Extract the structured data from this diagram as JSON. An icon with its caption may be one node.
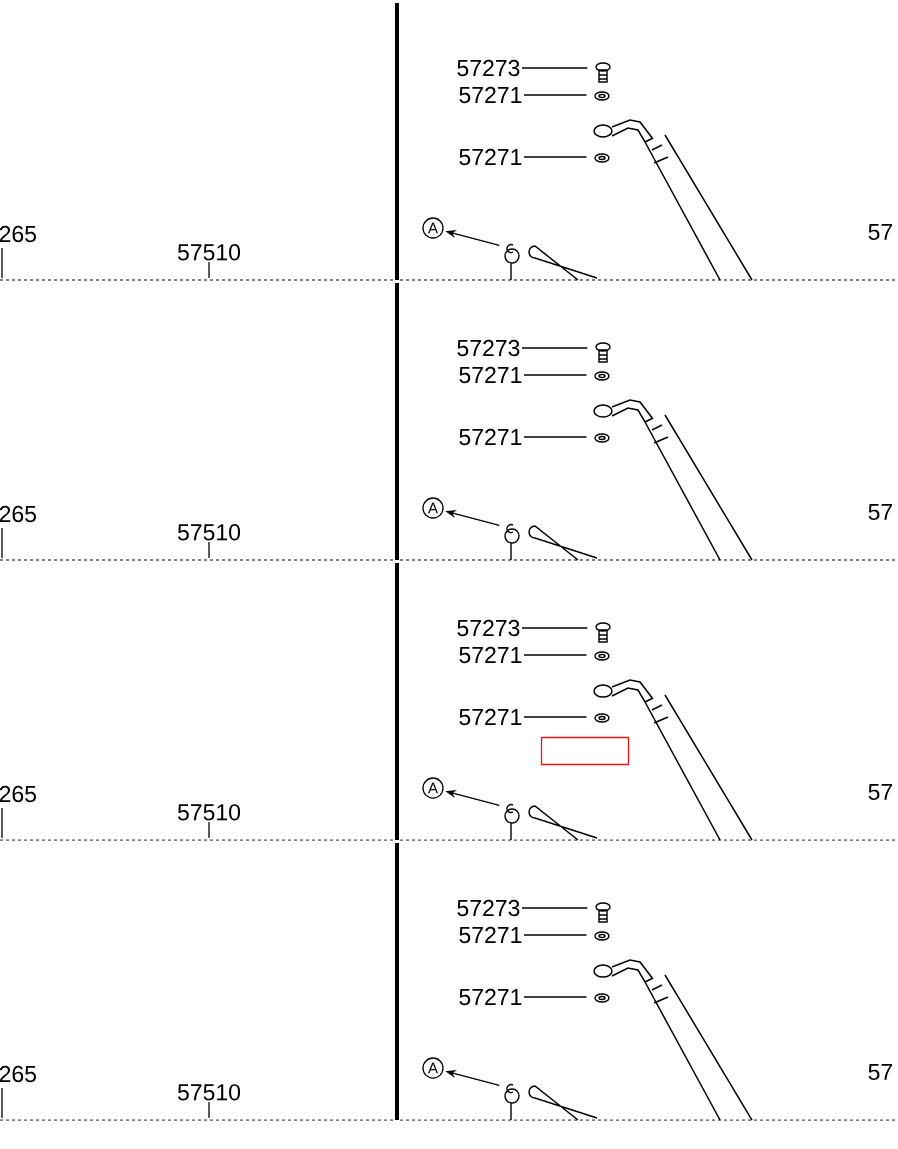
{
  "diagram": {
    "nodes": [
      {
        "text": [
          "57273"
        ]
      },
      {
        "text": [],
        "shape": "picture"
      },
      {
        "text": [
          "57271"
        ]
      },
      {
        "text": [],
        "shape": "picture"
      },
      {
        "text": [
          "57271"
        ]
      },
      {
        "text": [],
        "shape": "picture"
      },
      {
        "text": [
          "A"
        ]
      },
      {
        "text": [],
        "shape": "picture"
      },
      {
        "text": [
          "57510"
        ]
      },
      {
        "text": [
          "265"
        ]
      },
      {
        "text": [
          "57273"
        ]
      },
      {
        "text": [],
        "shape": "picture"
      },
      {
        "text": [
          "57271"
        ]
      },
      {
        "text": [],
        "shape": "picture"
      },
      {
        "text": [
          "57271"
        ]
      },
      {
        "text": [],
        "shape": "picture"
      },
      {
        "text": [
          "A"
        ]
      },
      {
        "text": [],
        "shape": "picture"
      },
      {
        "text": [
          "57510"
        ]
      },
      {
        "text": [
          "265"
        ]
      },
      {
        "text": [
          "57273"
        ]
      },
      {
        "text": [],
        "shape": "picture"
      },
      {
        "text": [
          "57271"
        ]
      },
      {
        "text": [],
        "shape": "picture"
      },
      {
        "text": [
          "57271"
        ]
      },
      {
        "text": [],
        "shape": "picture"
      },
      {
        "text": [],
        "shape": "box"
      },
      {
        "text": [
          "A"
        ]
      },
      {
        "text": [],
        "shape": "picture"
      },
      {
        "text": [
          "57510"
        ]
      },
      {
        "text": [
          "265"
        ]
      },
      {
        "text": [
          "57273"
        ]
      },
      {
        "text": [],
        "shape": "picture"
      },
      {
        "text": [
          "57271"
        ]
      },
      {
        "text": [],
        "shape": "picture"
      },
      {
        "text": [
          "57271"
        ]
      },
      {
        "text": [],
        "shape": "picture"
      },
      {
        "text": [
          "A"
        ]
      },
      {
        "text": [],
        "shape": "picture"
      },
      {
        "text": [
          "57510"
        ]
      },
      {
        "text": [
          "265"
        ]
      }
    ],
    "edges": [
      {
        "from": 0,
        "to": 1,
        "arrow": "none"
      },
      {
        "from": 2,
        "to": 3,
        "arrow": "none"
      },
      {
        "from": 4,
        "to": 5,
        "arrow": "none"
      },
      {
        "from": 7,
        "to": 6,
        "arrow": "to"
      },
      {
        "from": 8,
        "to": null,
        "arrow": "none"
      },
      {
        "from": 9,
        "to": null,
        "arrow": "none"
      },
      {
        "from": 10,
        "to": 11,
        "arrow": "none"
      },
      {
        "from": 12,
        "to": 13,
        "arrow": "none"
      },
      {
        "from": 14,
        "to": 15,
        "arrow": "none"
      },
      {
        "from": 17,
        "to": 16,
        "arrow": "to"
      },
      {
        "from": 18,
        "to": null,
        "arrow": "none"
      },
      {
        "from": 19,
        "to": null,
        "arrow": "none"
      },
      {
        "from": 20,
        "to": 21,
        "arrow": "none"
      },
      {
        "from": 22,
        "to": 23,
        "arrow": "none"
      },
      {
        "from": 24,
        "to": 25,
        "arrow": "none"
      },
      {
        "from": 28,
        "to": 27,
        "arrow": "to"
      },
      {
        "from": 29,
        "to": null,
        "arrow": "none"
      },
      {
        "from": 30,
        "to": null,
        "arrow": "none"
      },
      {
        "from": 31,
        "to": 32,
        "arrow": "none"
      },
      {
        "from": 33,
        "to": 34,
        "arrow": "none"
      },
      {
        "from": 35,
        "to": 36,
        "arrow": "none"
      },
      {
        "from": 38,
        "to": 37,
        "arrow": "to"
      },
      {
        "from": 39,
        "to": null,
        "arrow": "none"
      },
      {
        "from": 40,
        "to": null,
        "arrow": "none"
      }
    ],
    "labels": [
      "57",
      "57",
      "57",
      "57"
    ]
  }
}
